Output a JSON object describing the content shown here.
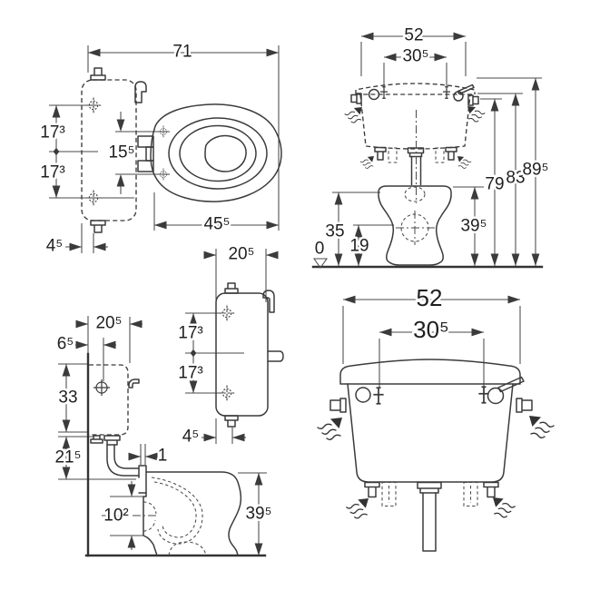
{
  "meta": {
    "background": "#ffffff",
    "line_color": "#3b3b3b",
    "text_color": "#1f1f1f",
    "drawing_subject": "close-coupled WC with exposed cistern - dimension drawing"
  },
  "views": {
    "top": {
      "depth": "71",
      "fix_up": "17³",
      "fix_low": "17³",
      "seat_fix": "15⁵",
      "seat_len": "45⁵",
      "bolt_off": "4⁵"
    },
    "front": {
      "width": "52",
      "fix_span": "30⁵",
      "h_inlet": "79",
      "h_lever": "83",
      "h_total": "89⁵",
      "h_seat": "35",
      "h_low": "19",
      "h_bowl": "39⁵",
      "datum": "0"
    },
    "side": {
      "depth_front": "20⁵",
      "wall_off": "6⁵",
      "cistern_h": "33",
      "pipe_h": "21⁵",
      "gap": "1",
      "outlet_dia": "10²",
      "bowl_h": "39⁵"
    },
    "cistside": {
      "depth": "20⁵",
      "fix_up": "17³",
      "fix_low": "17³",
      "bolt_off": "4⁵"
    },
    "cistfront": {
      "width": "52",
      "fix_span": "30⁵"
    }
  }
}
